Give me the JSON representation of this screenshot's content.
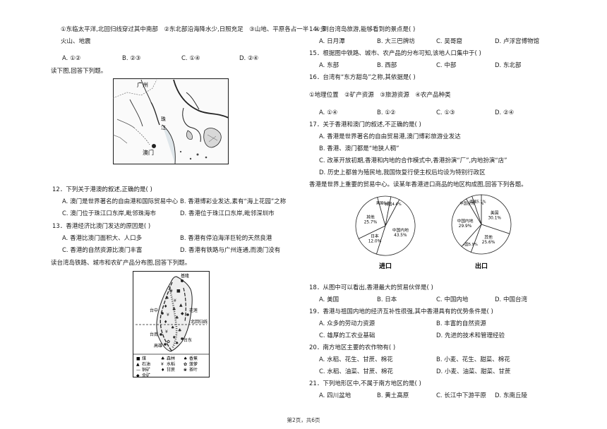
{
  "left": {
    "q11_statement_line1": "①东临太平洋,北回归线穿过其中南部　②东北部沿海降水少,日照充足　③山地、平原各占一半　④多",
    "q11_statement_line2": "火山、地震",
    "q11_options": [
      "A. ①②",
      "B. ②③",
      "C. ①④",
      "D. ②④"
    ],
    "prd_intro": "读下图,回答下列题。",
    "prd_map": {
      "label_guangzhou": "广州",
      "label_macau": "澳门",
      "label_zhu": "珠",
      "label_jiang": "江"
    },
    "q12": {
      "stem": "12．下列关于港澳的叙述,正确的是(    )",
      "options": [
        "A. 澳门是世界著名的自由港和国际贸易中心",
        "B. 香港博彩业发达,素有“海上花园”之称",
        "C. 澳门位于珠江口东岸,毗邻珠海市",
        "D. 香港位于珠江口东岸,毗邻深圳市"
      ]
    },
    "q13": {
      "stem": "13．香港经济比澳门发达的原因是(    )",
      "options": [
        "A. 香港比澳门面积大、人口多",
        "B. 香港有停泊海洋巨轮的天然良港",
        "C. 香港的自然资源比澳门丰富",
        "D. 香港有铁路与广州连通,而澳门没有"
      ]
    },
    "taiwan_intro": "读台湾岛铁路、城市和农矿产品分布图,回答下列题。",
    "taiwan_map": {
      "label_keelung": "基隆",
      "label_hualien": "花莲",
      "label_taichung": "台中",
      "label_tropic": "北回归线",
      "label_kaohsiung": "高雄",
      "label_tainan": "台南",
      "label_taitung": "台东",
      "legend": [
        {
          "symbol": "■",
          "text": "煤"
        },
        {
          "symbol": "▲",
          "text": "石油"
        },
        {
          "symbol": "—",
          "text": "铜矿"
        },
        {
          "symbol": "◆",
          "text": "金矿"
        },
        {
          "symbol": "♣",
          "text": "森林"
        },
        {
          "symbol": "¥",
          "text": "水稻"
        },
        {
          "symbol": "♦",
          "text": "甘蔗"
        },
        {
          "symbol": "♠",
          "text": "香蕉"
        },
        {
          "symbol": "✿",
          "text": "菠萝"
        },
        {
          "symbol": "❀",
          "text": "茶叶"
        }
      ]
    }
  },
  "right": {
    "q14": {
      "stem": "14．到台湾岛旅游,能够看到的景点是(    )",
      "options": [
        "A. 日月潭",
        "B. 大三巴牌坊",
        "C. 吴哥窟",
        "D. 卢浮宫博物馆"
      ]
    },
    "q15": {
      "stem": "15．根据图中铁路、城市、农产品的分布可知,该地人口集中于(    )",
      "options": [
        "A. 东部",
        "B. 西部",
        "C. 中部",
        "D. 东北部"
      ]
    },
    "q16": {
      "stem": "16．台湾有“东方甜岛”之称,其依据是(    )",
      "statements": "①地理位置　②矿产资源　③旅游资源　④农产品种类",
      "options": [
        "A. ①④",
        "B. ①②",
        "C. ①③",
        "D. ②④"
      ]
    },
    "q17": {
      "stem": "17．关于香港和澳门的叙述,不正确的是(      )",
      "options": [
        "A. 香港是世界著名的自由贸易港,澳门博彩旅游业发达",
        "B. 香港、澳门都是“地狭人稠”",
        "C. 改革开放初期,香港和内地的合作模式中,香港扮演“厂”,内地扮演“店”",
        "D. 历史上都曾为殖民地,我国恢复行使主权后均设为特别行政区"
      ]
    },
    "trade_intro": "香港是世界上重要的贸易中心。读某年香港进口商品的地区构成图,回答下列各题。",
    "q18": {
      "stem": "18．从图中可以看出,香港最大的贸易伙伴是(    )",
      "options": [
        "A. 美国",
        "B. 日本",
        "C. 中国内地",
        "D. 中国台湾"
      ]
    },
    "q19": {
      "stem": "19．香港与祖国内地的经济互补性很强,其中香港具有的优势条件是(    )",
      "options": [
        "A. 众多的劳动力资源",
        "B. 丰富的自然资源",
        "C. 雄厚的工农业基础",
        "D. 先进的技术和管理经验"
      ]
    },
    "q20": {
      "stem": "20．南方地区主要的农作物有(    )",
      "options": [
        "A. 水稻、花生、甘蔗、棉花",
        "B. 小麦、花生、甜菜、棉花",
        "C. 水稻、油菜、甘蔗、棉花",
        "D. 小麦、油菜、甜菜、甘蔗"
      ]
    },
    "q21": {
      "stem": "21．下列地形区中,不属于南方地区的是(    )",
      "options": [
        "A. 四川盆地",
        "B. 黄土高原",
        "C. 长江中下游平原",
        "D. 东南丘陵"
      ]
    }
  },
  "chart_data": [
    {
      "type": "pie",
      "title": "进口",
      "slices": [
        {
          "label": "中国内地",
          "value": 43.5
        },
        {
          "label": "日本",
          "value": 12.0
        },
        {
          "label": "其他",
          "value": 25.7
        },
        {
          "label": "美国",
          "value": 6.8
        },
        {
          "label": "韩国",
          "value": 4.4
        }
      ]
    },
    {
      "type": "pie",
      "title": "出口",
      "slices": [
        {
          "label": "美国",
          "value": 30.1
        },
        {
          "label": "其他",
          "value": 25.6
        },
        {
          "label": "美国",
          "value": 5.9
        },
        {
          "label": "中国内地",
          "value": 29.9
        },
        {
          "label": "中国台湾",
          "value": 3.4
        },
        {
          "label": "德国",
          "value": 5.1
        }
      ]
    }
  ],
  "footer": "第2页，共6页"
}
